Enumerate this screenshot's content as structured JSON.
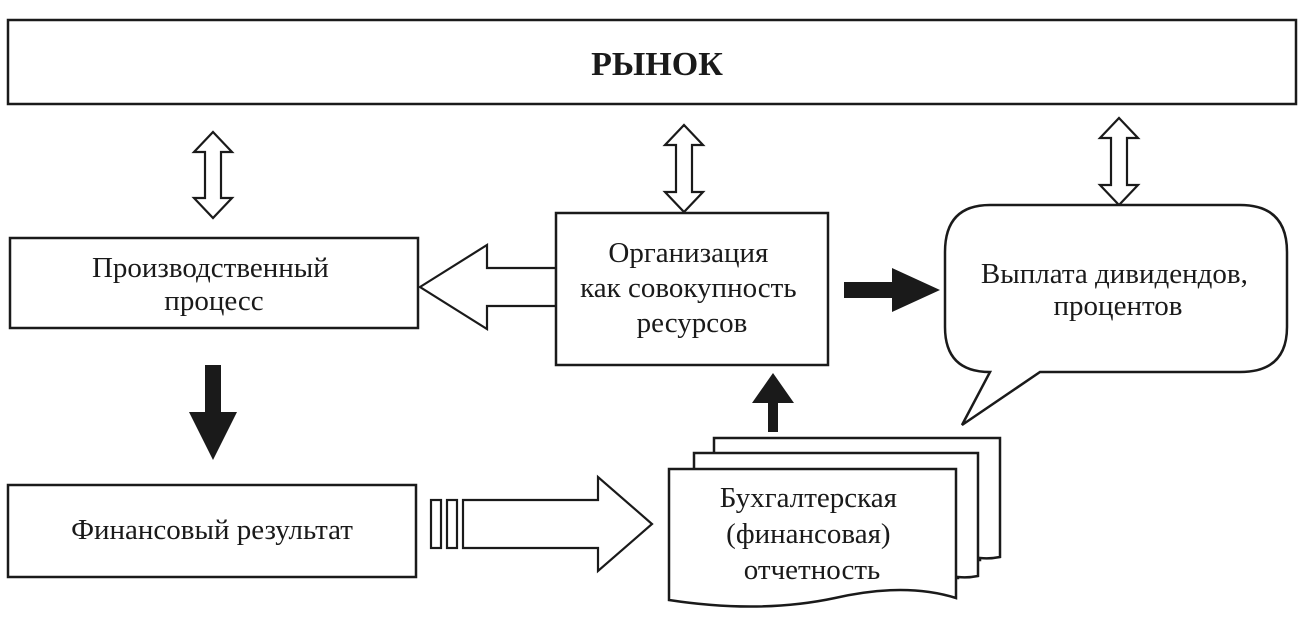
{
  "market": {
    "label": "РЫНОК"
  },
  "production": {
    "lines": [
      "Производственный",
      "процесс"
    ]
  },
  "organization": {
    "lines": [
      "Организация",
      "как совокупность",
      "ресурсов"
    ]
  },
  "dividends": {
    "lines": [
      "Выплата дивидендов,",
      "процентов"
    ]
  },
  "financial_result": {
    "label": "Финансовый результат"
  },
  "reporting": {
    "lines": [
      "Бухгалтерская",
      "(финансовая)",
      "отчетность"
    ]
  },
  "colors": {
    "line": "#1a1a1a",
    "background": "#ffffff"
  }
}
